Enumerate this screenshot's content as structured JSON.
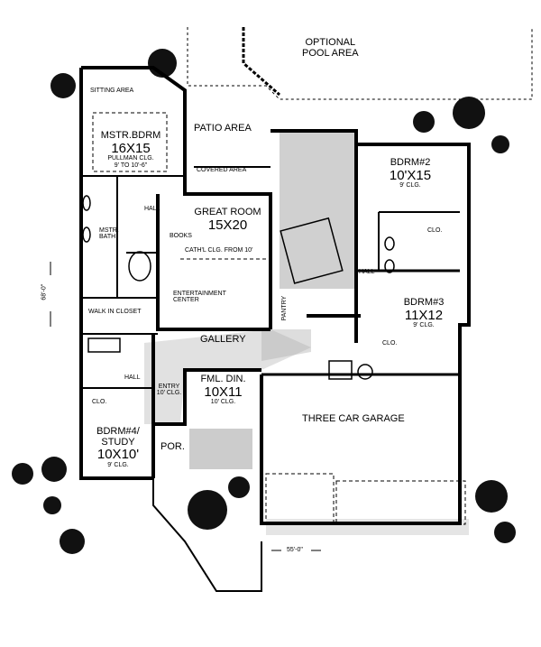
{
  "plan": {
    "pool": {
      "line1": "OPTIONAL",
      "line2": "POOL AREA"
    },
    "sitting": "SITTING AREA",
    "master": {
      "name": "MSTR.BDRM",
      "size": "16X15",
      "ceiling": "PULLMAN CLG.",
      "ceiling2": "9' TO 10'-6\""
    },
    "patio": "PATIO AREA",
    "covered": "COVERED AREA",
    "great_room": {
      "name": "GREAT ROOM",
      "size": "15X20",
      "ceiling": "CATH'L CLG. FROM 10'",
      "books": "BOOKS",
      "entertainment": "ENTERTAINMENT",
      "center": "CENTER"
    },
    "hall1": "HALL",
    "mstr_bath": {
      "line1": "MSTR.",
      "line2": "BATH"
    },
    "walk_in": "WALK IN CLOSET",
    "bdrm2": {
      "name": "BDRM#2",
      "size": "10'X15",
      "ceiling": "9' CLG."
    },
    "hall2": "HALL",
    "clo2": "CLO.",
    "bdrm3": {
      "name": "BDRM#3",
      "size": "11X12",
      "ceiling": "9' CLG."
    },
    "clo3": "CLO.",
    "pantry": "PANTRY",
    "gallery": "GALLERY",
    "dining": {
      "name": "FML. DIN.",
      "size": "10X11",
      "ceiling": "10' CLG."
    },
    "entry": {
      "name": "ENTRY",
      "ceiling": "10' CLG."
    },
    "porch": "POR.",
    "hall3": "HALL",
    "bdrm4": {
      "name": "BDRM#4/",
      "name2": "STUDY",
      "size": "10X10'",
      "ceiling": "9' CLG."
    },
    "clo4": "CLO.",
    "garage": "THREE CAR GARAGE",
    "width_dim": "55'-0\"",
    "depth_dim": "68'-0\""
  }
}
